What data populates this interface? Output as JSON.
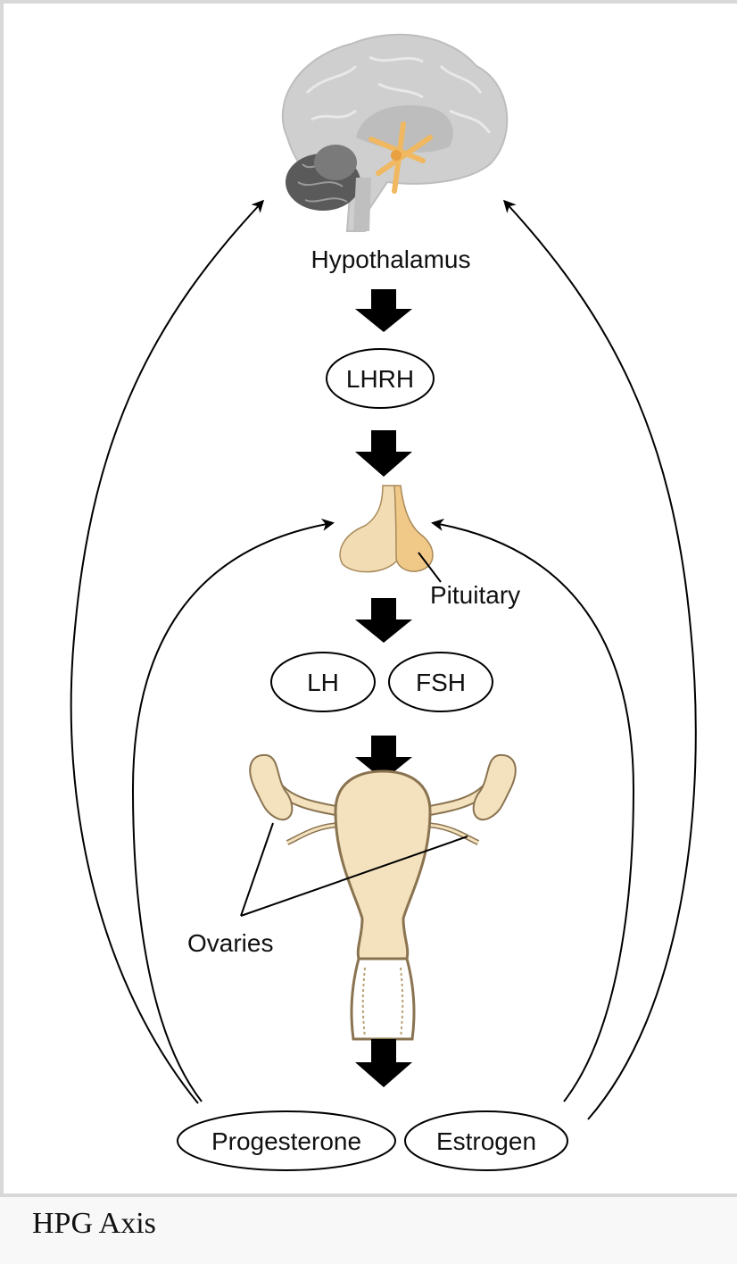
{
  "labels": {
    "hypothalamus": "Hypothalamus",
    "lhrh": "LHRH",
    "pituitary": "Pituitary",
    "lh": "LH",
    "fsh": "FSH",
    "ovaries": "Ovaries",
    "progesterone": "Progesterone",
    "estrogen": "Estrogen"
  },
  "caption": "HPG Axis",
  "colors": {
    "brain": "#c8c8c8",
    "cerebellum": "#5a5a5a",
    "hypothalamus_highlight": "#f0b860",
    "pituitary": "#f2dcb4",
    "uterus": "#f3e2bd",
    "arrow": "#000000"
  }
}
